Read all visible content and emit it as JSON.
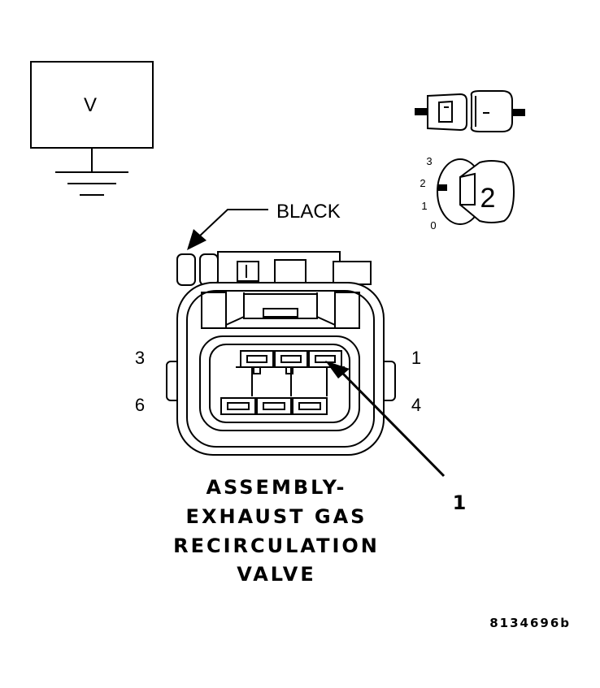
{
  "meter": {
    "symbol": "V"
  },
  "wire": {
    "color_label": "BLACK"
  },
  "pins": {
    "top_left": "3",
    "top_right": "1",
    "bottom_left": "6",
    "bottom_right": "4"
  },
  "callout": {
    "number": "1"
  },
  "switch": {
    "positions": [
      "3",
      "2",
      "1",
      "0"
    ],
    "key_number": "2"
  },
  "title": {
    "lines": [
      "ASSEMBLY-",
      "EXHAUST GAS",
      "RECIRCULATION",
      "VALVE"
    ]
  },
  "figure_id": "8134696b",
  "colors": {
    "ink": "#000000",
    "paper": "#ffffff"
  }
}
